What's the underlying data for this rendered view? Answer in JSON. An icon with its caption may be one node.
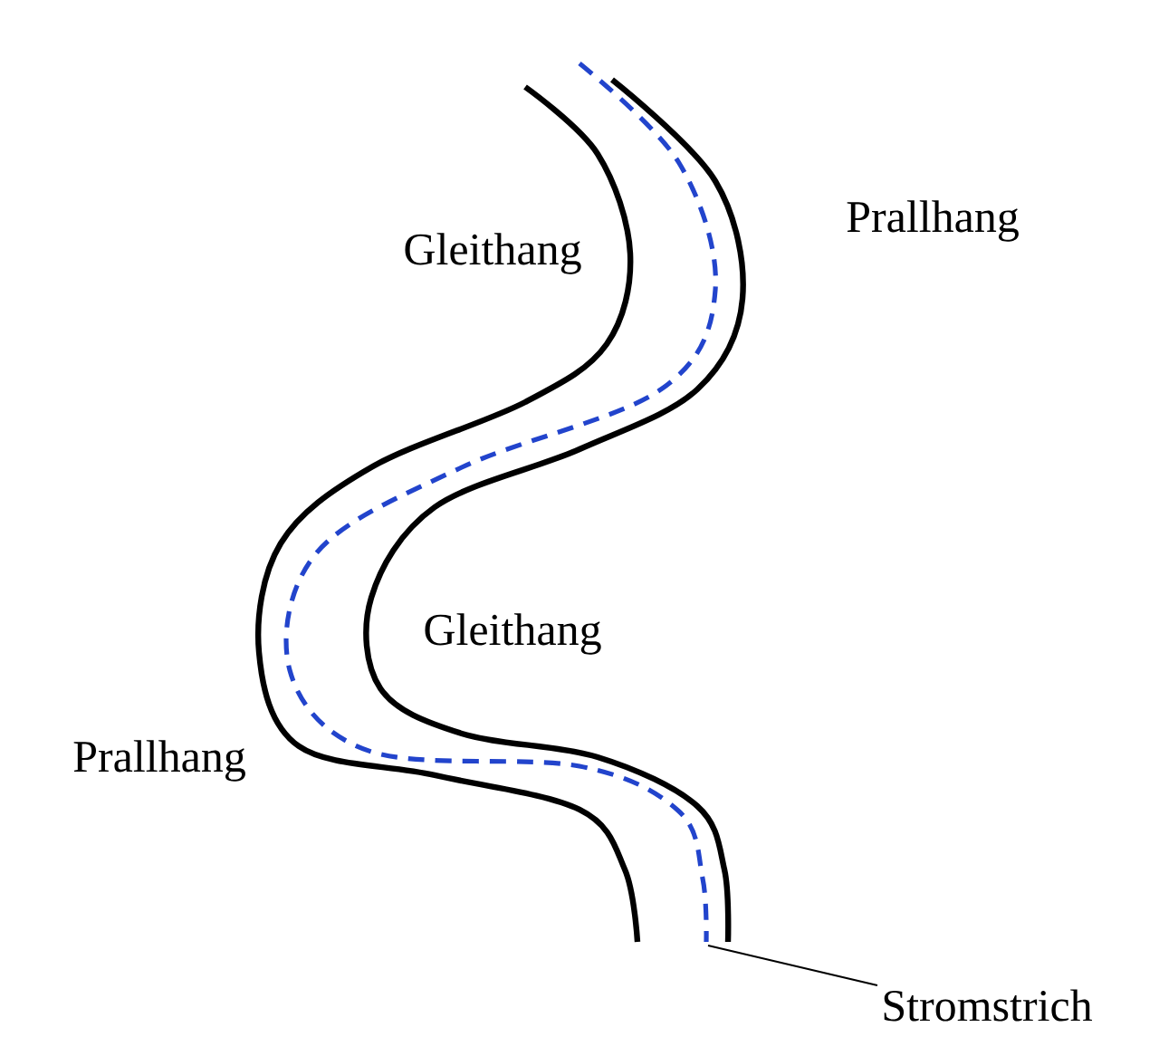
{
  "diagram": {
    "nodes": [
      {
        "text": [
          "Stromstrich"
        ]
      },
      {
        "text": [],
        "shape": "line"
      }
    ],
    "edges": [
      {
        "from": 0,
        "to": 1,
        "arrow": "none"
      }
    ],
    "labels": [
      "Gleithang",
      "Prallhang",
      "Gleithang",
      "Prallhang"
    ]
  }
}
